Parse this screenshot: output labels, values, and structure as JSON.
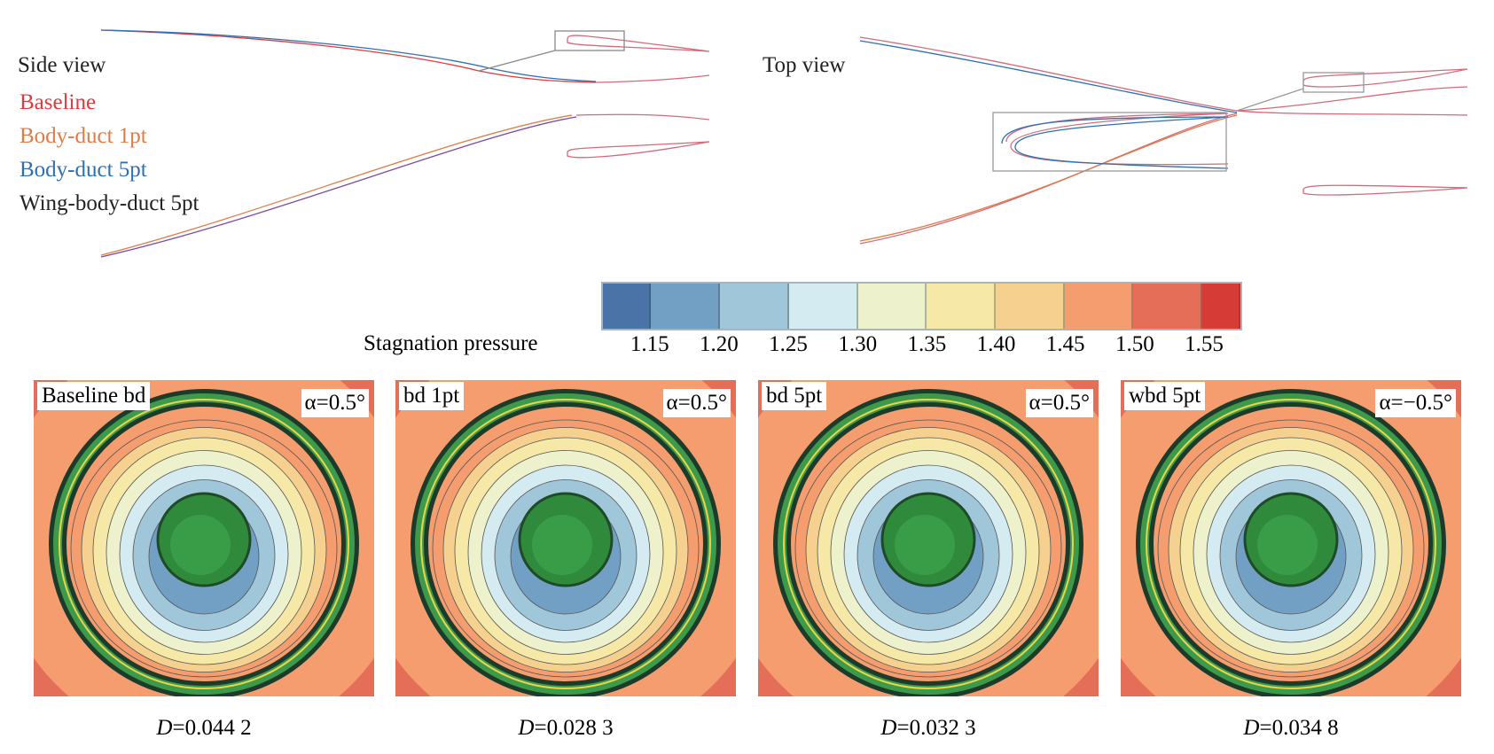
{
  "side_view": {
    "title": "Side view",
    "legend": [
      {
        "label": "Baseline",
        "color": "#e03a3e"
      },
      {
        "label": "Body-duct 1pt",
        "color": "#e07b45"
      },
      {
        "label": "Body-duct 5pt",
        "color": "#2d6fb0"
      },
      {
        "label": "Wing-body-duct 5pt",
        "color": "#222222"
      }
    ]
  },
  "top_view": {
    "title": "Top view"
  },
  "colorbar": {
    "label": "Stagnation pressure",
    "ticks": [
      "1.15",
      "1.20",
      "1.25",
      "1.30",
      "1.35",
      "1.40",
      "1.45",
      "1.50",
      "1.55"
    ],
    "colors": [
      "#4a73a8",
      "#72a0c4",
      "#a0c6da",
      "#d3ebf1",
      "#eef2cc",
      "#f6e8a6",
      "#f6d08e",
      "#f59d6e",
      "#e56e58",
      "#d63b35"
    ]
  },
  "panels": [
    {
      "title": "Baseline bd",
      "alpha": "α=0.5°",
      "d_label": "D",
      "d_value": "=0.044 2"
    },
    {
      "title": "bd 1pt",
      "alpha": "α=0.5°",
      "d_label": "D",
      "d_value": "=0.028 3"
    },
    {
      "title": "bd 5pt",
      "alpha": "α=0.5°",
      "d_label": "D",
      "d_value": "=0.032 3"
    },
    {
      "title": "wbd 5pt",
      "alpha": "α=−0.5°",
      "d_label": "D",
      "d_value": "=0.034 8"
    }
  ]
}
